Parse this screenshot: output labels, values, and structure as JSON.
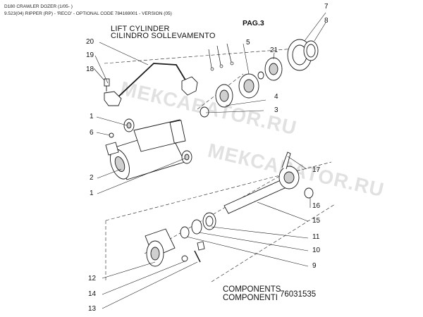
{
  "header": {
    "line1": "D180 CRAWLER DOZER (1/05- )",
    "line2": "9.523(04) RIPPER (RP) - 'RECO' - OPTIONAL CODE 784169001 - VERSION (05)"
  },
  "title": {
    "en": "LIFT CYLINDER",
    "it": "CILINDRO SOLLEVAMENTO"
  },
  "page_ref": "PAG.3",
  "footer": {
    "en": "COMPONENTS",
    "it": "COMPONENTI",
    "code": "76031535"
  },
  "watermark": "МЕКСАВАТОR.RU",
  "callouts": [
    "20",
    "19",
    "18",
    "1",
    "6",
    "2",
    "1",
    "5",
    "4",
    "3",
    "21",
    "7",
    "8",
    "17",
    "16",
    "15",
    "11",
    "10",
    "9",
    "12",
    "14",
    "13"
  ],
  "colors": {
    "line": "#1a1a1a",
    "part_fill": "#ffffff",
    "shade": "#cfcfcf"
  }
}
